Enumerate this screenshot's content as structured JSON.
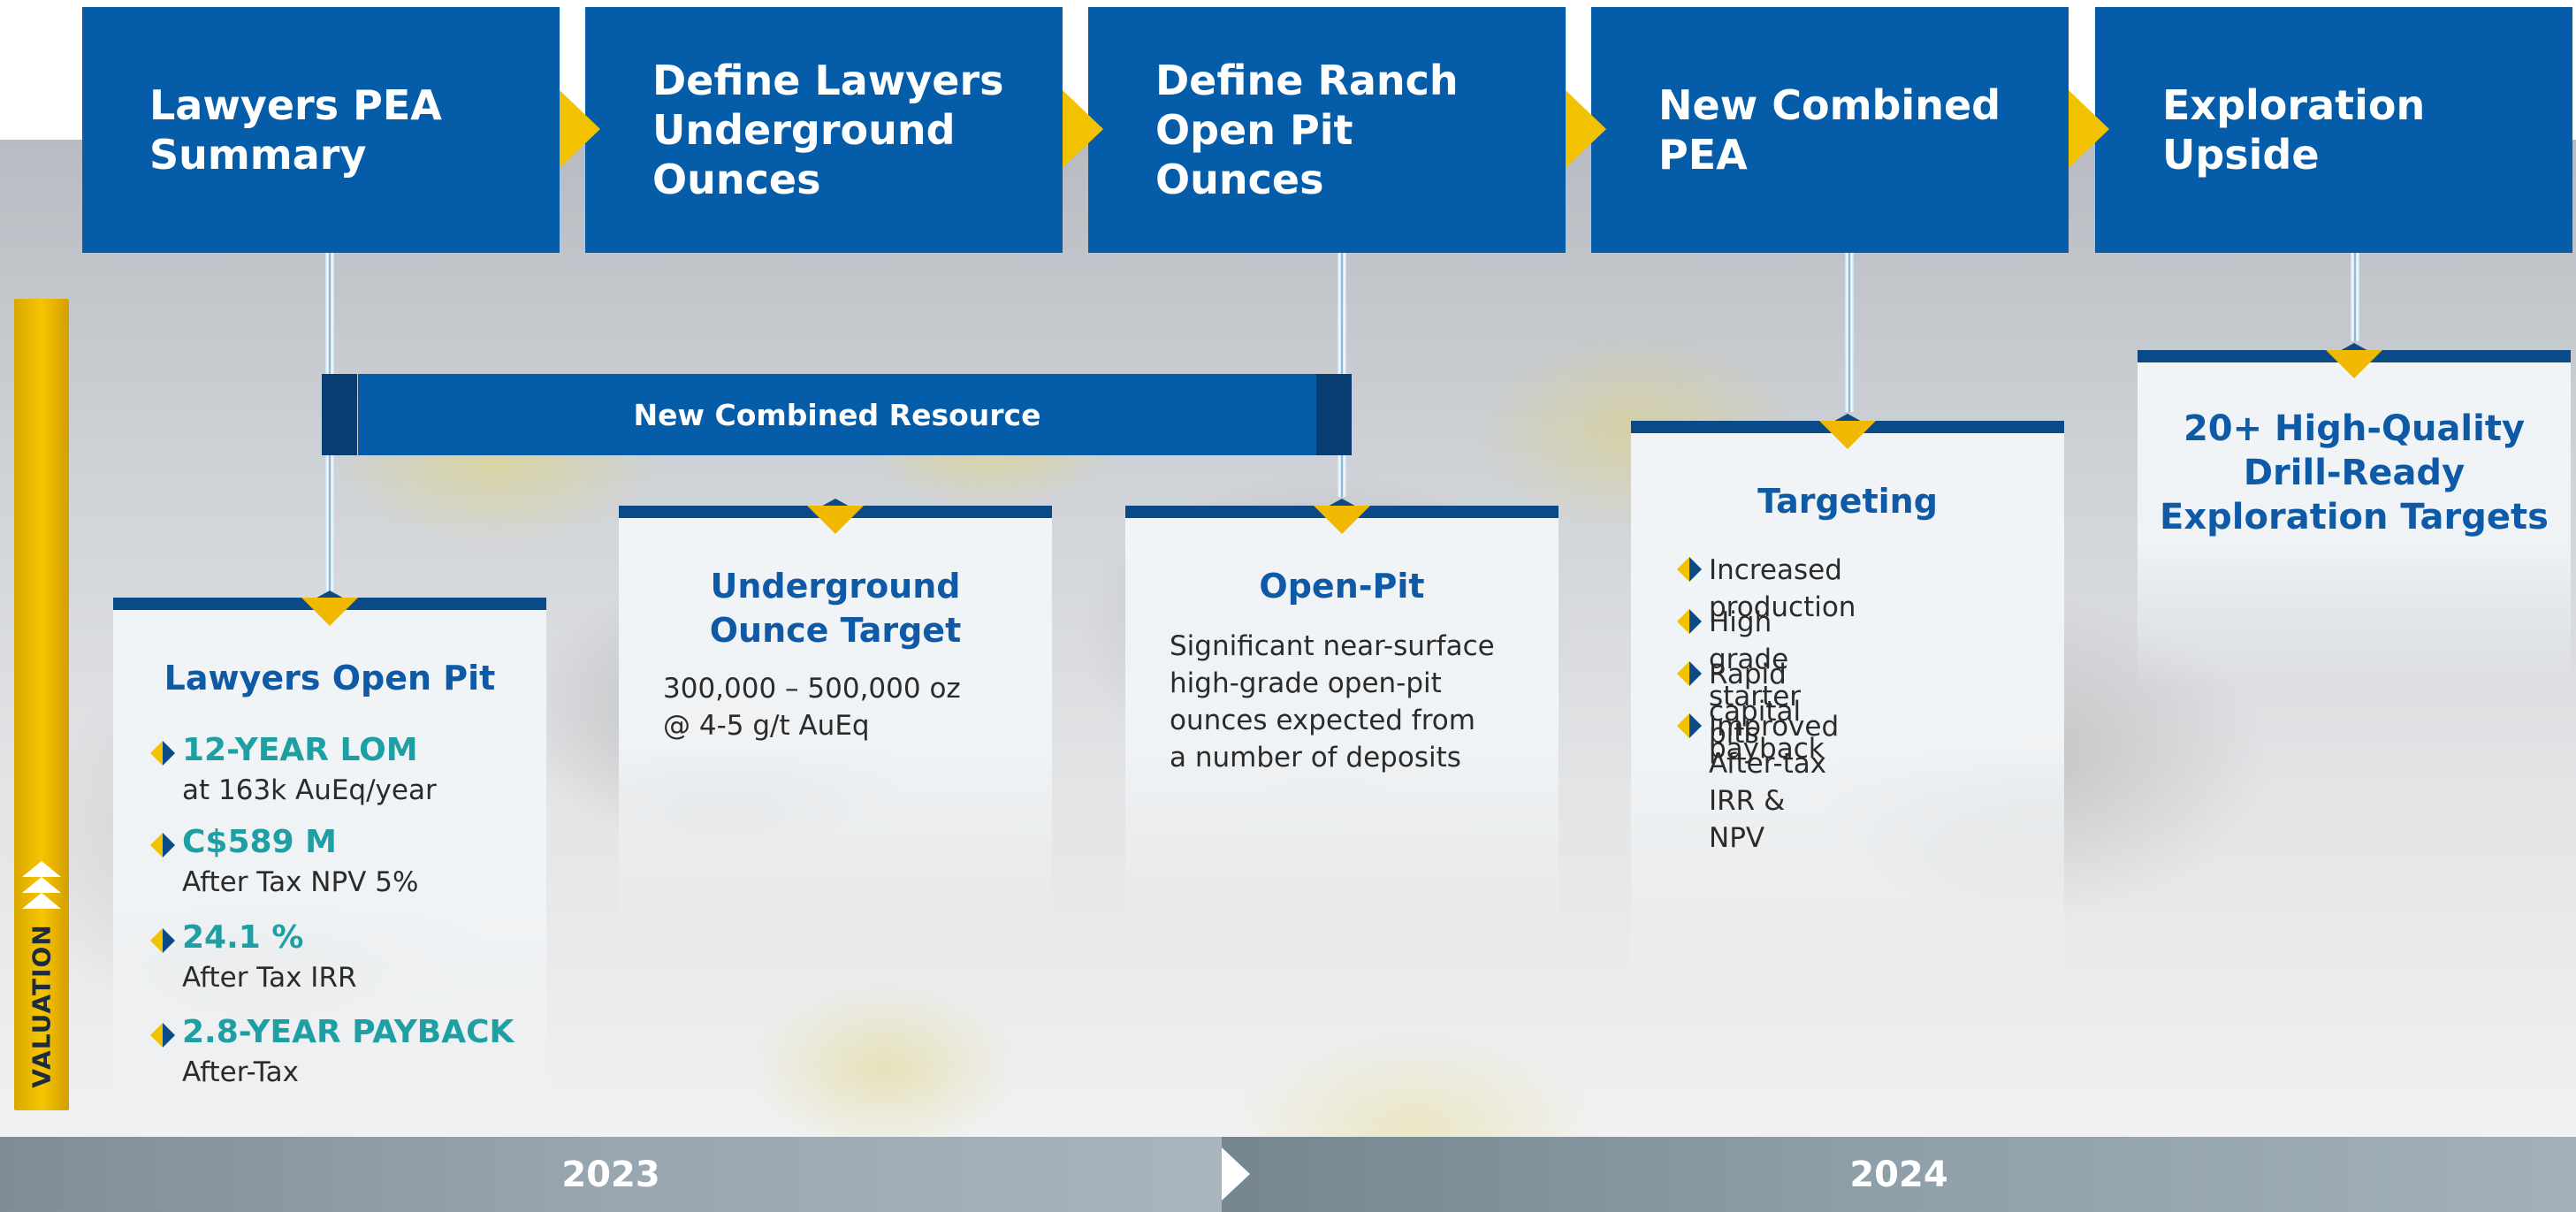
{
  "header_steps": [
    {
      "label": "Lawyers PEA\nSummary"
    },
    {
      "label": "Define Lawyers\nUnderground\nOunces"
    },
    {
      "label": "Define Ranch\nOpen Pit\nOunces"
    },
    {
      "label": "New Combined\nPEA"
    },
    {
      "label": "Exploration\nUpside"
    }
  ],
  "valuation_label": "VALUATION",
  "banner": {
    "label": "New Combined Resource"
  },
  "cards": {
    "lawyers": {
      "title": "Lawyers Open Pit",
      "metrics": [
        {
          "value": "12-YEAR LOM",
          "sub": "at 163k AuEq/year"
        },
        {
          "value": "C$589 M",
          "sub": "After Tax NPV 5%"
        },
        {
          "value": "24.1 %",
          "sub": "After Tax IRR"
        },
        {
          "value": "2.8-YEAR PAYBACK",
          "sub": "After-Tax"
        }
      ]
    },
    "underground": {
      "title": "Underground\nOunce Target",
      "body": "300,000 – 500,000 oz\n@ 4-5 g/t AuEq"
    },
    "openpit": {
      "title": "Open-Pit",
      "body": "Significant near-surface\nhigh-grade open-pit\nounces expected from\na number of deposits"
    },
    "targeting": {
      "title": "Targeting",
      "bullets": [
        "Increased production",
        "High grade starter pits",
        "Rapid capital payback",
        "Improved After-tax\nIRR & NPV"
      ]
    },
    "exploration": {
      "title": "20+ High-Quality\nDrill-Ready\nExploration Targets"
    }
  },
  "timeline": {
    "year1": "2023",
    "year2": "2024"
  },
  "colors": {
    "header_blue": "#055ca8",
    "dark_blue": "#0a4a86",
    "gold": "#f2c200",
    "metric_teal": "#1e9fa4",
    "timeline_grey": "#8d9ba5"
  },
  "icons": {
    "valuation": "up-chevrons-icon",
    "bullet": "diamond-bullet-icon",
    "step_arrow": "chevron-right-icon"
  }
}
